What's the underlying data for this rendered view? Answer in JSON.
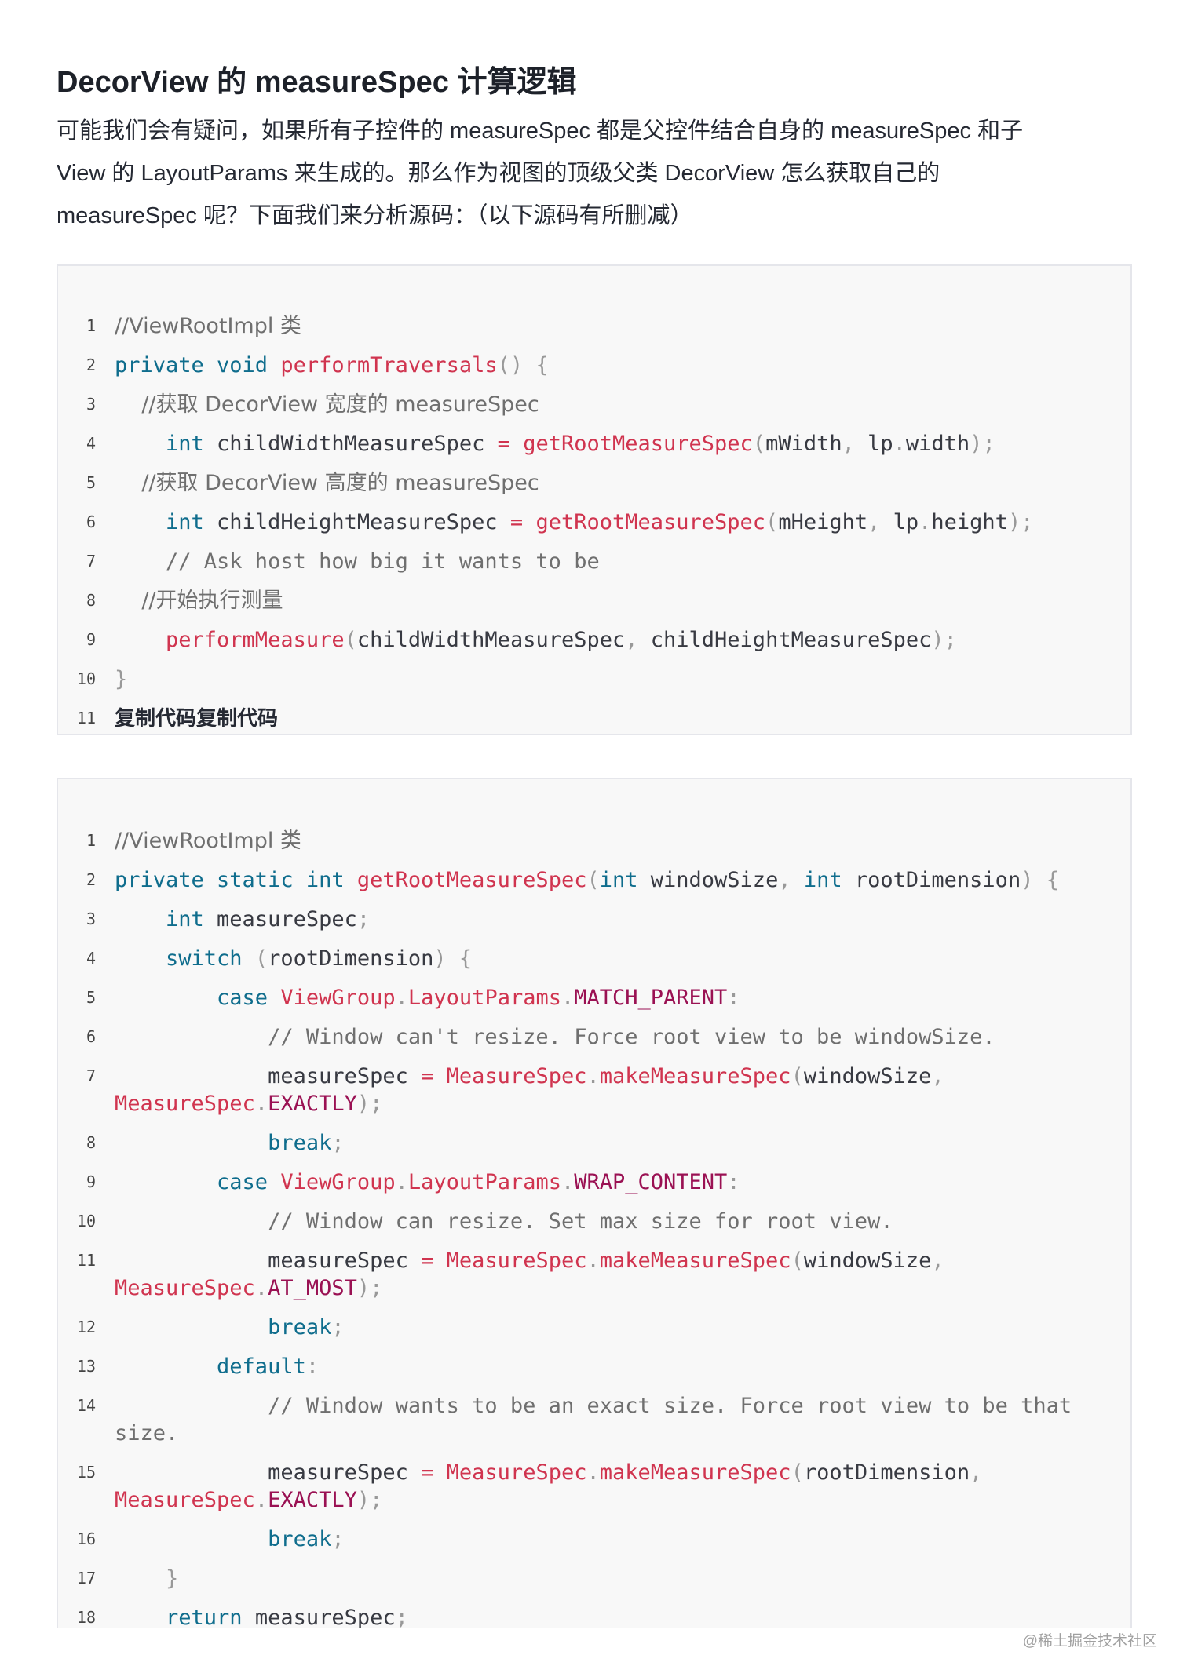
{
  "heading": "DecorView 的 measureSpec 计算逻辑",
  "intro": {
    "line1": "可能我们会有疑问，如果所有子控件的 measureSpec 都是父控件结合自身的 measureSpec 和子",
    "line2": "View 的 LayoutParams 来生成的。那么作为视图的顶级父类 DecorView 怎么获取自己的",
    "line3": "measureSpec 呢？下面我们来分析源码：（以下源码有所删减）"
  },
  "code1": {
    "line_numbers": [
      "1",
      "2",
      "3",
      "4",
      "5",
      "6",
      "7",
      "8",
      "9",
      "10",
      "11"
    ],
    "lines": [
      [
        {
          "t": "//ViewRootImpl 类",
          "c": "cm"
        }
      ],
      [
        {
          "t": "private void ",
          "c": "kw"
        },
        {
          "t": "performTraversals",
          "c": "fn"
        },
        {
          "t": "() {",
          "c": "pu"
        }
      ],
      [
        {
          "t": "    //获取 DecorView 宽度的 measureSpec",
          "c": "cm"
        }
      ],
      [
        {
          "t": "    int ",
          "c": "kw"
        },
        {
          "t": "childWidthMeasureSpec ",
          "c": ""
        },
        {
          "t": "= ",
          "c": "fn"
        },
        {
          "t": "getRootMeasureSpec",
          "c": "fn"
        },
        {
          "t": "(",
          "c": "pu"
        },
        {
          "t": "mWidth",
          "c": ""
        },
        {
          "t": ", ",
          "c": "pu"
        },
        {
          "t": "lp",
          "c": ""
        },
        {
          "t": ".",
          "c": "pu"
        },
        {
          "t": "width",
          "c": ""
        },
        {
          "t": ");",
          "c": "pu"
        }
      ],
      [
        {
          "t": "    //获取 DecorView 高度的 measureSpec",
          "c": "cm"
        }
      ],
      [
        {
          "t": "    int ",
          "c": "kw"
        },
        {
          "t": "childHeightMeasureSpec ",
          "c": ""
        },
        {
          "t": "= ",
          "c": "fn"
        },
        {
          "t": "getRootMeasureSpec",
          "c": "fn"
        },
        {
          "t": "(",
          "c": "pu"
        },
        {
          "t": "mHeight",
          "c": ""
        },
        {
          "t": ", ",
          "c": "pu"
        },
        {
          "t": "lp",
          "c": ""
        },
        {
          "t": ".",
          "c": "pu"
        },
        {
          "t": "height",
          "c": ""
        },
        {
          "t": ");",
          "c": "pu"
        }
      ],
      [
        {
          "t": "    // Ask host how big it wants to be",
          "c": "cm"
        }
      ],
      [
        {
          "t": "    //开始执行测量",
          "c": "cm"
        }
      ],
      [
        {
          "t": "    performMeasure",
          "c": "fn"
        },
        {
          "t": "(",
          "c": "pu"
        },
        {
          "t": "childWidthMeasureSpec",
          "c": ""
        },
        {
          "t": ", ",
          "c": "pu"
        },
        {
          "t": "childHeightMeasureSpec",
          "c": ""
        },
        {
          "t": ");",
          "c": "pu"
        }
      ],
      [
        {
          "t": "}",
          "c": "pu"
        }
      ],
      [
        {
          "t": "复制代码复制代码",
          "c": "copy"
        }
      ]
    ]
  },
  "code2": {
    "line_numbers": [
      "1",
      "2",
      "3",
      "4",
      "5",
      "6",
      "7",
      "8",
      "9",
      "10",
      "11",
      "12",
      "13",
      "14",
      "15",
      "16",
      "17",
      "18"
    ],
    "lines": [
      [
        {
          "t": "//ViewRootImpl 类",
          "c": "cm"
        }
      ],
      [
        {
          "t": "private static int ",
          "c": "kw"
        },
        {
          "t": "getRootMeasureSpec",
          "c": "fn"
        },
        {
          "t": "(",
          "c": "pu"
        },
        {
          "t": "int ",
          "c": "kw"
        },
        {
          "t": "windowSize",
          "c": ""
        },
        {
          "t": ", ",
          "c": "pu"
        },
        {
          "t": "int ",
          "c": "kw"
        },
        {
          "t": "rootDimension",
          "c": ""
        },
        {
          "t": ") {",
          "c": "pu"
        }
      ],
      [
        {
          "t": "    int ",
          "c": "kw"
        },
        {
          "t": "measureSpec",
          "c": ""
        },
        {
          "t": ";",
          "c": "pu"
        }
      ],
      [
        {
          "t": "    switch ",
          "c": "kw"
        },
        {
          "t": "(",
          "c": "pu"
        },
        {
          "t": "rootDimension",
          "c": ""
        },
        {
          "t": ") {",
          "c": "pu"
        }
      ],
      [
        {
          "t": "        case ",
          "c": "kw"
        },
        {
          "t": "ViewGroup",
          "c": "fn"
        },
        {
          "t": ".",
          "c": "pu"
        },
        {
          "t": "LayoutParams",
          "c": "fn"
        },
        {
          "t": ".",
          "c": "pu"
        },
        {
          "t": "MATCH_PARENT",
          "c": "cn"
        },
        {
          "t": ":",
          "c": "pu"
        }
      ],
      [
        {
          "t": "            // Window can't resize. Force root view to be windowSize.",
          "c": "cm"
        }
      ],
      [
        {
          "t": "            measureSpec ",
          "c": ""
        },
        {
          "t": "= ",
          "c": "fn"
        },
        {
          "t": "MeasureSpec",
          "c": "fn"
        },
        {
          "t": ".",
          "c": "pu"
        },
        {
          "t": "makeMeasureSpec",
          "c": "fn"
        },
        {
          "t": "(",
          "c": "pu"
        },
        {
          "t": "windowSize",
          "c": ""
        },
        {
          "t": ",",
          "c": "pu"
        }
      ],
      [
        {
          "t": "            break",
          "c": "kw"
        },
        {
          "t": ";",
          "c": "pu"
        }
      ],
      [
        {
          "t": "        case ",
          "c": "kw"
        },
        {
          "t": "ViewGroup",
          "c": "fn"
        },
        {
          "t": ".",
          "c": "pu"
        },
        {
          "t": "LayoutParams",
          "c": "fn"
        },
        {
          "t": ".",
          "c": "pu"
        },
        {
          "t": "WRAP_CONTENT",
          "c": "cn"
        },
        {
          "t": ":",
          "c": "pu"
        }
      ],
      [
        {
          "t": "            // Window can resize. Set max size for root view.",
          "c": "cm"
        }
      ],
      [
        {
          "t": "            measureSpec ",
          "c": ""
        },
        {
          "t": "= ",
          "c": "fn"
        },
        {
          "t": "MeasureSpec",
          "c": "fn"
        },
        {
          "t": ".",
          "c": "pu"
        },
        {
          "t": "makeMeasureSpec",
          "c": "fn"
        },
        {
          "t": "(",
          "c": "pu"
        },
        {
          "t": "windowSize",
          "c": ""
        },
        {
          "t": ",",
          "c": "pu"
        }
      ],
      [
        {
          "t": "            break",
          "c": "kw"
        },
        {
          "t": ";",
          "c": "pu"
        }
      ],
      [
        {
          "t": "        default",
          "c": "kw"
        },
        {
          "t": ":",
          "c": "pu"
        }
      ],
      [
        {
          "t": "            // Window wants to be an exact size. Force root view to be that",
          "c": "cm"
        }
      ],
      [
        {
          "t": "            measureSpec ",
          "c": ""
        },
        {
          "t": "= ",
          "c": "fn"
        },
        {
          "t": "MeasureSpec",
          "c": "fn"
        },
        {
          "t": ".",
          "c": "pu"
        },
        {
          "t": "makeMeasureSpec",
          "c": "fn"
        },
        {
          "t": "(",
          "c": "pu"
        },
        {
          "t": "rootDimension",
          "c": ""
        },
        {
          "t": ",",
          "c": "pu"
        }
      ],
      [
        {
          "t": "            break",
          "c": "kw"
        },
        {
          "t": ";",
          "c": "pu"
        }
      ],
      [
        {
          "t": "    }",
          "c": "pu"
        }
      ],
      [
        {
          "t": "    return ",
          "c": "kw"
        },
        {
          "t": "measureSpec",
          "c": ""
        },
        {
          "t": ";",
          "c": "pu"
        }
      ]
    ],
    "wraps": [
      [],
      [],
      [],
      [],
      [],
      [],
      [
        {
          "t": "MeasureSpec",
          "c": "fn"
        },
        {
          "t": ".",
          "c": "pu"
        },
        {
          "t": "EXACTLY",
          "c": "cn"
        },
        {
          "t": ");",
          "c": "pu"
        }
      ],
      [],
      [],
      [],
      [
        {
          "t": "MeasureSpec",
          "c": "fn"
        },
        {
          "t": ".",
          "c": "pu"
        },
        {
          "t": "AT_MOST",
          "c": "cn"
        },
        {
          "t": ");",
          "c": "pu"
        }
      ],
      [],
      [],
      [
        {
          "t": "size.",
          "c": "cm"
        }
      ],
      [
        {
          "t": "MeasureSpec",
          "c": "fn"
        },
        {
          "t": ".",
          "c": "pu"
        },
        {
          "t": "EXACTLY",
          "c": "cn"
        },
        {
          "t": ");",
          "c": "pu"
        }
      ],
      [],
      [],
      []
    ]
  },
  "watermark": "@稀土掘金技术社区"
}
